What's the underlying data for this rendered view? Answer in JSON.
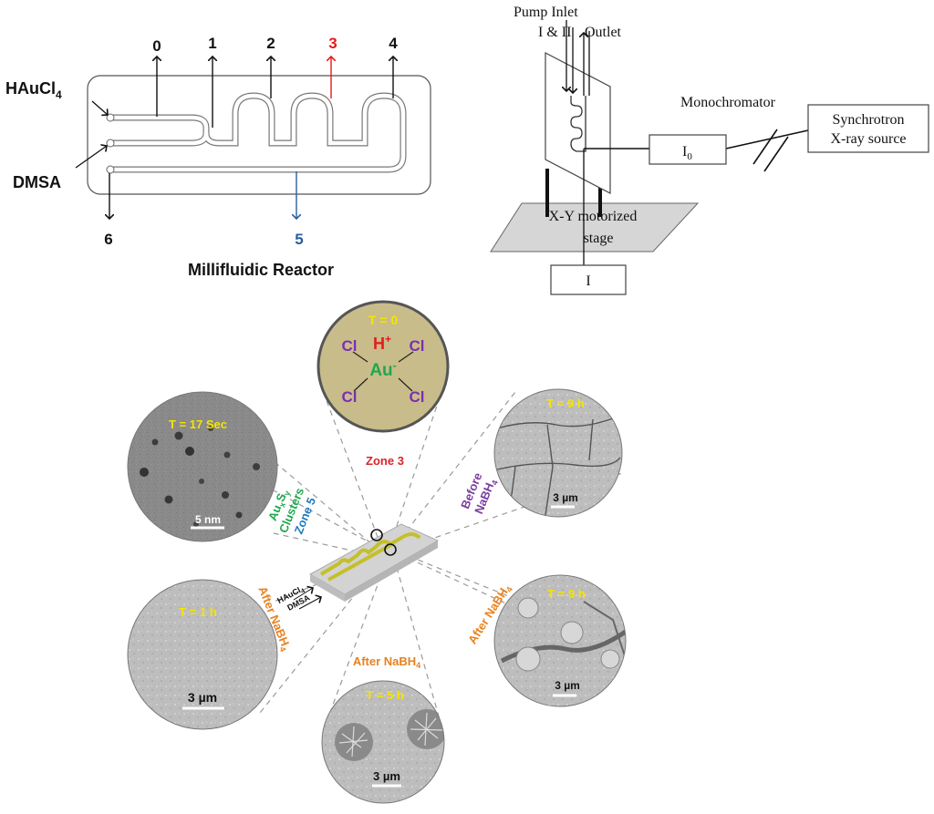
{
  "reactor": {
    "ports": [
      {
        "label": "0",
        "color": "#111111"
      },
      {
        "label": "1",
        "color": "#111111"
      },
      {
        "label": "2",
        "color": "#111111"
      },
      {
        "label": "3",
        "color": "#e31b1b"
      },
      {
        "label": "4",
        "color": "#111111"
      },
      {
        "label": "5",
        "color": "#2a5d9f"
      },
      {
        "label": "6",
        "color": "#111111"
      }
    ],
    "inlet_reagent": "HAuCl",
    "inlet_reagent_sub": "4",
    "inlet_thiol": "DMSA",
    "caption": "Millifluidic Reactor"
  },
  "setup": {
    "pump_inlet": "Pump Inlet",
    "inlet_numbers": "I & II",
    "outlet": "Outlet",
    "monochromator": "Monochromator",
    "source_line1": "Synchrotron",
    "source_line2": "X-ray source",
    "i0_main": "I",
    "i0_sub": "0",
    "stage_line1": "X-Y motorized",
    "stage_line2": "stage",
    "detector": "I"
  },
  "zones": {
    "top": {
      "time": "T = 0",
      "h_plus": "H",
      "h_sup": "+",
      "au": "Au",
      "au_sup": "-",
      "cl": "Cl",
      "zone_label": "Zone 3"
    },
    "left_top": {
      "time": "T = 17 Sec",
      "scale": "5 nm",
      "species_main": "Au",
      "species_sub1": "x",
      "species_s": "S",
      "species_sub2": "y",
      "line2": "Clusters",
      "line3": "Zone 5"
    },
    "right_top": {
      "time": "T = 9 h",
      "scale": "3 µm",
      "line1": "Before",
      "line2": "NaBH",
      "line2_sub": "4"
    },
    "left_bottom": {
      "time": "T = 1 h",
      "scale": "3 µm",
      "label": "After NaBH",
      "label_sub": "4"
    },
    "bottom": {
      "time": "T = 5 h",
      "scale": "3 µm",
      "label": "After NaBH",
      "label_sub": "4"
    },
    "right_bottom": {
      "time": "T = 9 h",
      "scale": "3 µm",
      "label": "After NaBH",
      "label_sub": "4"
    }
  },
  "chip": {
    "reagent": "HAuCl",
    "reagent_sub": "4",
    "thiol": "DMSA"
  },
  "colors": {
    "time_label": "#f5e500",
    "zone3": "#d8232a",
    "green": "#1fa84f",
    "blue": "#1f7ac0",
    "purple": "#7a3fa0",
    "orange": "#e8821f",
    "cl_purple": "#7b2fb0",
    "petri": "#c8bc8a"
  }
}
